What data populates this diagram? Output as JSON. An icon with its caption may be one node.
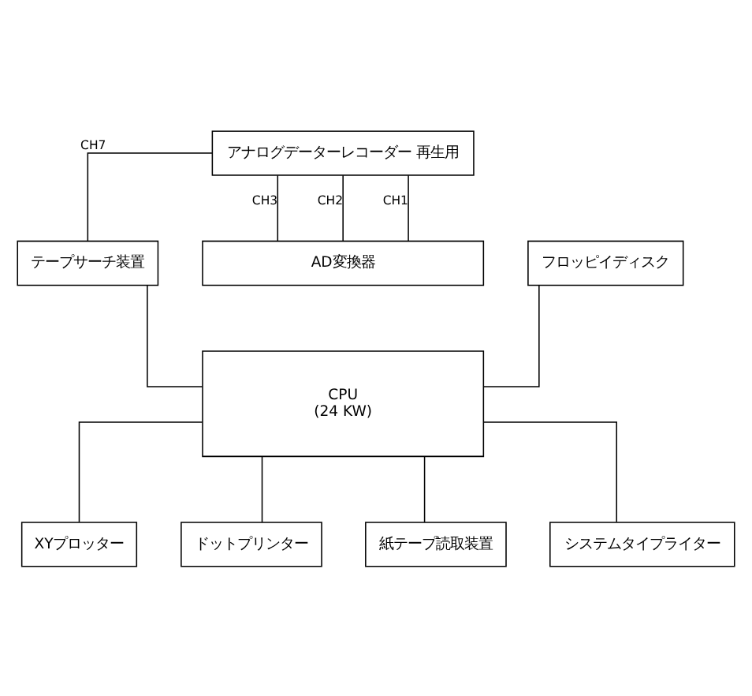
{
  "diagram": {
    "nodes": [
      {
        "text": [
          "アナログデーターレコーダー 再生用"
        ]
      },
      {
        "text": [
          "テープサーチ装置"
        ]
      },
      {
        "text": [
          "AD変換器"
        ]
      },
      {
        "text": [
          "CPU",
          "(24 KW)"
        ]
      },
      {
        "text": [
          "フロッピイディスク"
        ]
      },
      {
        "text": [
          "XYプロッター"
        ]
      },
      {
        "text": [
          "ドットプリンター"
        ]
      },
      {
        "text": [
          "紙テープ読取装置"
        ]
      },
      {
        "text": [
          "システムタイプライター"
        ]
      }
    ],
    "edges": [
      {
        "from": 0,
        "to": 1,
        "arrow": "none",
        "label": "CH7"
      },
      {
        "from": 0,
        "to": 2,
        "arrow": "none",
        "label": "CH3"
      },
      {
        "from": 0,
        "to": 2,
        "arrow": "none",
        "label": "CH2"
      },
      {
        "from": 0,
        "to": 2,
        "arrow": "none",
        "label": "CH1"
      },
      {
        "from": 1,
        "to": 3,
        "arrow": "none"
      },
      {
        "from": 3,
        "to": 4,
        "arrow": "none"
      },
      {
        "from": 3,
        "to": 5,
        "arrow": "none"
      },
      {
        "from": 3,
        "to": 6,
        "arrow": "none"
      },
      {
        "from": 3,
        "to": 7,
        "arrow": "none"
      },
      {
        "from": 3,
        "to": 8,
        "arrow": "none"
      }
    ]
  }
}
